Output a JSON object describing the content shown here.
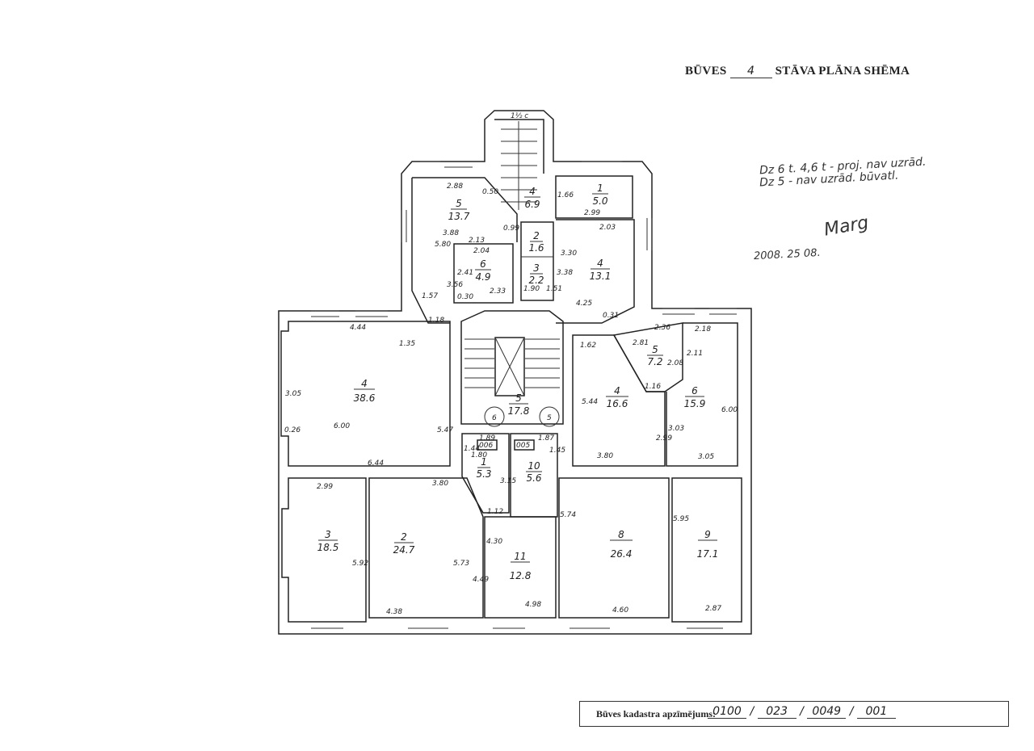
{
  "title": {
    "prefix": "BŪVES",
    "floor": "4",
    "suffix": "STĀVA PLĀNA SHĒMA"
  },
  "notes": {
    "line1": "Dz 6 t. 4,6 t - proj. nav uzrād.",
    "line2": "Dz 5 - nav uzrād. būvatl.",
    "signature": "Marg",
    "date": "2008. 25 08."
  },
  "cadastre": {
    "label": "Būves kadastra apzīmējums:",
    "parts": [
      "0100",
      "023",
      "0049",
      "001"
    ]
  },
  "tower_label": "1½ c",
  "rooms": [
    {
      "no": "5",
      "area": "13.7"
    },
    {
      "no": "6",
      "area": "4.9"
    },
    {
      "no": "4",
      "area": "6.9"
    },
    {
      "no": "2",
      "area": "1.6"
    },
    {
      "no": "3",
      "area": "2.2"
    },
    {
      "no": "1",
      "area": "5.0"
    },
    {
      "no": "4",
      "area": "13.1"
    },
    {
      "no": "4",
      "area": "38.6"
    },
    {
      "no": "5",
      "area": "17.8"
    },
    {
      "no": "4",
      "area": "16.6"
    },
    {
      "no": "5",
      "area": "7.2"
    },
    {
      "no": "6",
      "area": "15.9"
    },
    {
      "no": "1",
      "area": "5.3"
    },
    {
      "no": "10",
      "area": "5.6"
    },
    {
      "no": "3",
      "area": "18.5"
    },
    {
      "no": "2",
      "area": "24.7"
    },
    {
      "no": "11",
      "area": "12.8"
    },
    {
      "no": "8",
      "area": "26.4"
    },
    {
      "no": "9",
      "area": "17.1"
    }
  ],
  "shafts": [
    "006",
    "005"
  ],
  "circles": [
    "6",
    "5"
  ],
  "dims": [
    "2.88",
    "0.50",
    "3.88",
    "5.80",
    "2.13",
    "2.04",
    "2.41",
    "3.56",
    "1.57",
    "0.99",
    "2.33",
    "1.18",
    "1.66",
    "2.99",
    "2.03",
    "3.30",
    "3.38",
    "4.25",
    "0.31",
    "4.44",
    "1.35",
    "3.05",
    "6.00",
    "0.26",
    "5.47",
    "6.44",
    "1.62",
    "2.81",
    "2.36",
    "2.18",
    "2.11",
    "2.08",
    "1.16",
    "5.44",
    "3.80",
    "2.99",
    "3.03",
    "6.00",
    "3.05",
    "1.89",
    "1.87",
    "1.44",
    "1.80",
    "3.15",
    "1.45",
    "2.99",
    "3.80",
    "5.92",
    "5.73",
    "4.49",
    "1.12",
    "4.30",
    "4.38",
    "4.98",
    "5.74",
    "4.60",
    "5.95",
    "2.87",
    "1.51",
    "1.90",
    "0.30"
  ]
}
